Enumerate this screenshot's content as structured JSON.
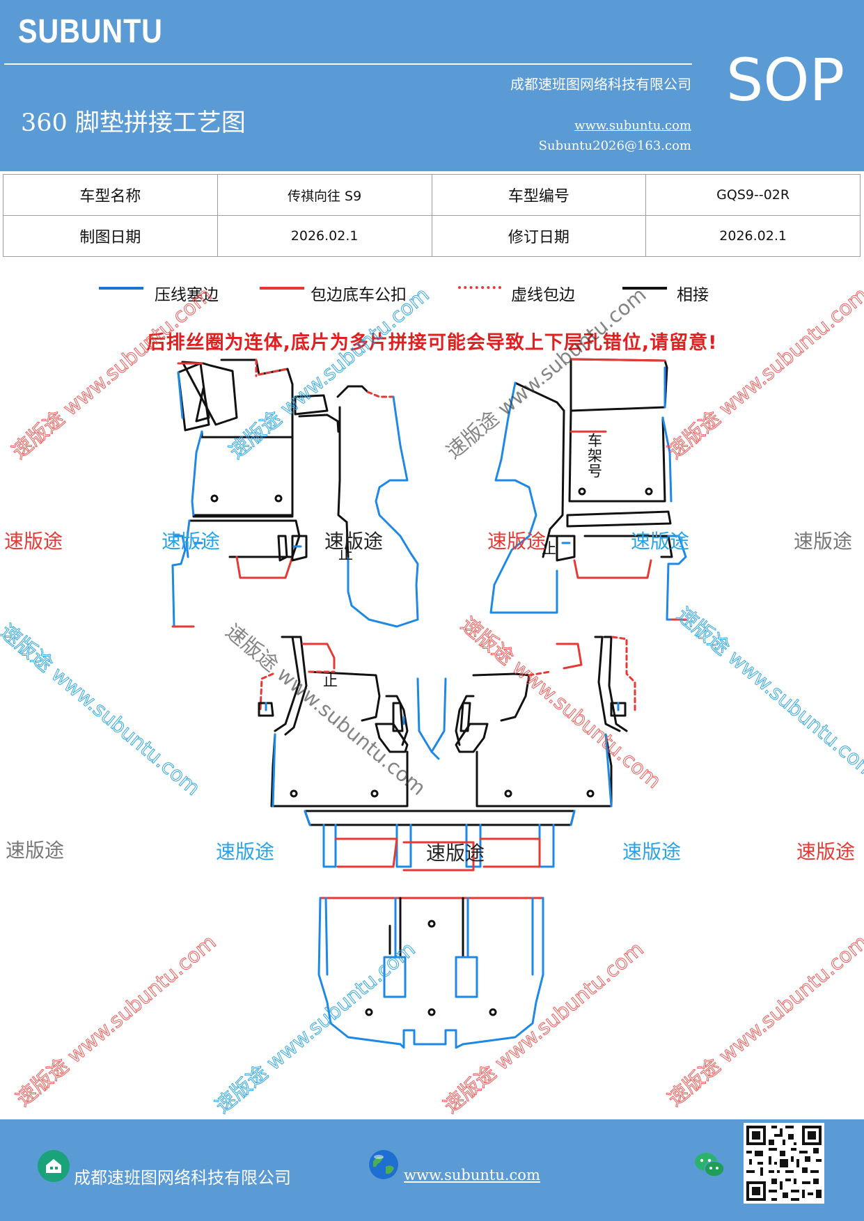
{
  "header": {
    "brand": "SUBUNTU",
    "company": "成都速班图网络科技有限公司",
    "sop": "SOP",
    "title": "360 脚垫拼接工艺图",
    "website": "www.subuntu.com",
    "email": "Subuntu2026@163.com"
  },
  "info_table": {
    "rows": [
      {
        "label1": "车型名称",
        "value1": "传祺向往 S9",
        "label2": "车型编号",
        "value2": "GQS9--02R"
      },
      {
        "label1": "制图日期",
        "value1": "2026.02.1",
        "label2": "修订日期",
        "value2": "2026.02.1"
      }
    ]
  },
  "legend": [
    {
      "label": "压线塞边",
      "color": "#1976d2",
      "style": "solid"
    },
    {
      "label": "包边底车公扣",
      "color": "#e53935",
      "style": "solid"
    },
    {
      "label": "虚线包边",
      "color": "#e53935",
      "style": "dotted"
    },
    {
      "label": "相接",
      "color": "#111111",
      "style": "solid"
    }
  ],
  "warning": "后排丝圈为连体,底片为多片拼接可能会导致上下层孔错位,请留意!",
  "diagram": {
    "frame_label": "车架号",
    "stop_mark": "止"
  },
  "watermarks": {
    "diagonal": "速版途 www.subuntu.com",
    "word": "速版途"
  },
  "footer": {
    "company": "成都速班图网络科技有限公司",
    "website": "www.subuntu.com"
  },
  "colors": {
    "header_bg": "#5b9bd5",
    "blue_edge": "#1e88e5",
    "red_edge": "#e53935",
    "join_line": "#111111"
  }
}
